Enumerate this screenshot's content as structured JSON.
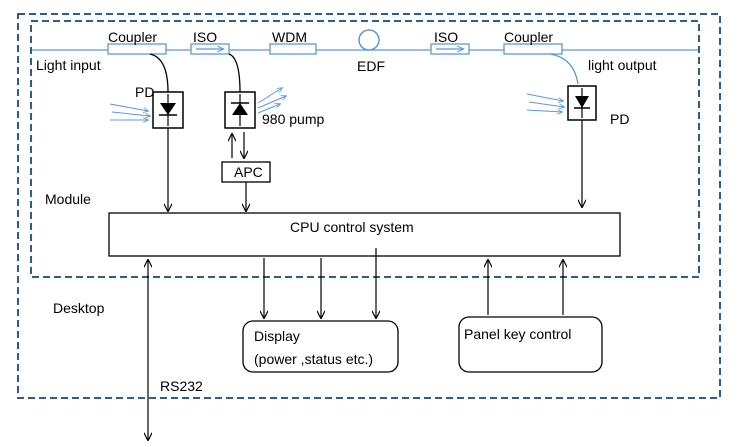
{
  "labels": {
    "coupler_in": "Coupler",
    "iso_in": "ISO",
    "wdm": "WDM",
    "edf": "EDF",
    "iso_out": "ISO",
    "coupler_out": "Coupler",
    "light_input": "Light input",
    "light_output": "light output",
    "pd_in": "PD",
    "pd_out": "PD",
    "pump": "980 pump",
    "apc": "APC",
    "module": "Module",
    "cpu": "CPU control system",
    "desktop": "Desktop",
    "display_line1": "Display",
    "display_line2": "(power ,status etc.)",
    "panel_key": "Panel key control",
    "rs232": "RS232"
  },
  "colors": {
    "fiber": "#5b9bd5",
    "frame": "#2e5e8a",
    "stroke": "#000000",
    "light_rays": "#5b9bd5"
  },
  "icons": {
    "photodiode": "photodiode-icon",
    "edf_coil": "fiber-coil-icon",
    "isolator": "isolator-arrow-icon"
  }
}
